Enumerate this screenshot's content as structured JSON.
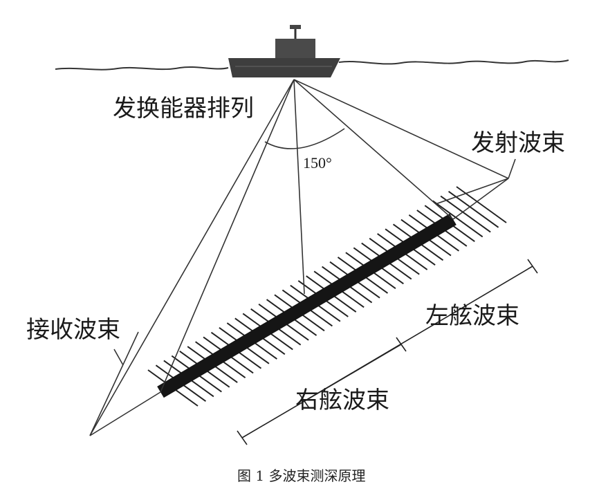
{
  "labels": {
    "transducer": "发换能器排列",
    "tx_beam": "发射波束",
    "rx_beam": "接收波束",
    "port_beam": "左舷波束",
    "starboard_beam": "右舷波束",
    "angle": "150°"
  },
  "caption": "图 1 多波束测深原理"
}
